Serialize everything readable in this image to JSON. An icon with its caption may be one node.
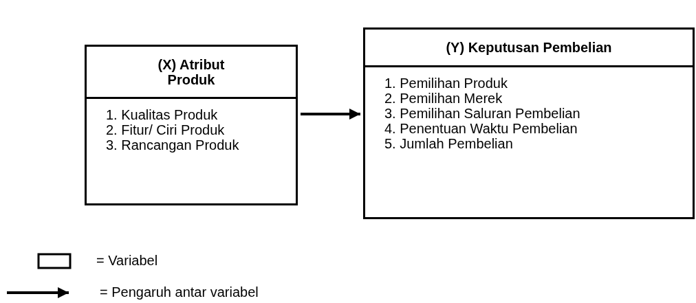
{
  "diagram": {
    "nodes": [
      {
        "text": [
          "(X) Atribut Produk",
          "1. Kualitas Produk",
          "2. Fitur/ Ciri Produk",
          "3. Rancangan Produk"
        ]
      },
      {
        "text": [
          "(Y) Keputusan Pembelian",
          "1. Pemilihan Produk",
          "2. Pemilihan Merek",
          "3. Pemilihan Saluran Pembelian",
          "4. Penentuan Waktu Pembelian",
          "5. Jumlah Pembelian"
        ]
      }
    ],
    "edges": [
      {
        "from": 0,
        "to": 1,
        "arrow": "to"
      }
    ],
    "legend": [
      {
        "text": "= Variabel"
      },
      {
        "text": "= Pengaruh antar variabel"
      }
    ]
  }
}
